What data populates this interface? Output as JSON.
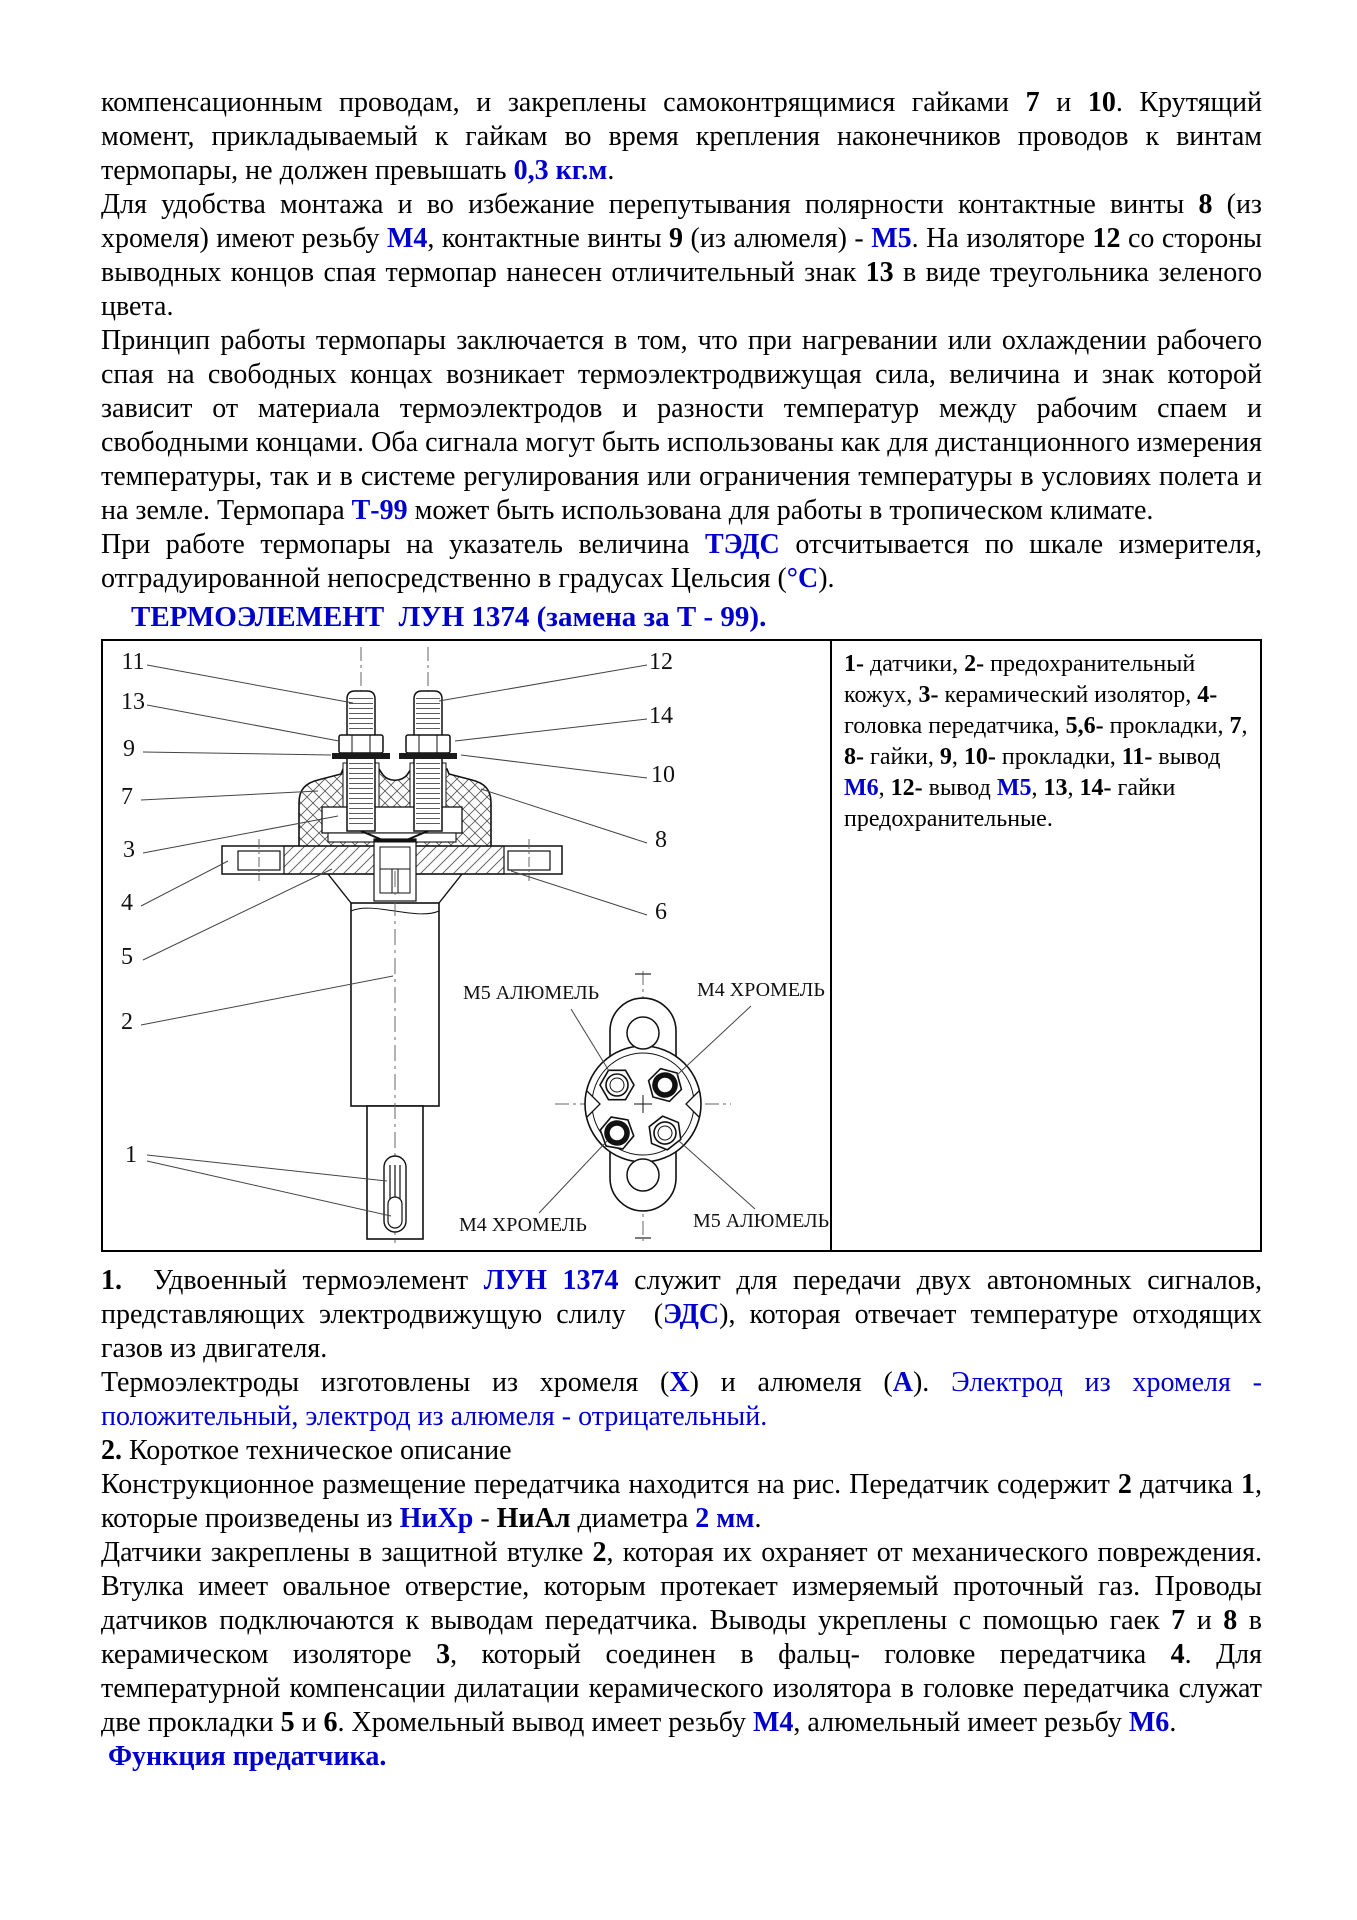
{
  "page": {
    "background": "#ffffff",
    "accent_blue": "#0000cc",
    "text_color": "#000000"
  },
  "intro": {
    "paragraphs": [
      {
        "runs": [
          {
            "t": "компенсационным проводам, и закреплены самоконтрящимися гайками "
          },
          {
            "t": "7",
            "s": "b"
          },
          {
            "t": " и "
          },
          {
            "t": "10",
            "s": "b"
          },
          {
            "t": ". Крутящий момент, прикладываемый к гайкам во время крепления наконечников проводов к винтам термопары, не должен превышать "
          },
          {
            "t": "0,3 кг.м",
            "s": "bb"
          },
          {
            "t": "."
          }
        ]
      },
      {
        "runs": [
          {
            "t": "Для удобства монтажа и во избежание перепутывания полярности контактные винты "
          },
          {
            "t": "8",
            "s": "b"
          },
          {
            "t": " (из хромеля) имеют резьбу "
          },
          {
            "t": "М4",
            "s": "bb"
          },
          {
            "t": ", контактные винты "
          },
          {
            "t": "9",
            "s": "b"
          },
          {
            "t": " (из алюмеля) - "
          },
          {
            "t": "М5",
            "s": "bb"
          },
          {
            "t": ". На изоляторе "
          },
          {
            "t": "12",
            "s": "b"
          },
          {
            "t": " со стороны выводных концов спая термопар нанесен отличительный знак "
          },
          {
            "t": "13",
            "s": "b"
          },
          {
            "t": " в виде треугольника зеленого цвета."
          }
        ]
      },
      {
        "runs": [
          {
            "t": "Принцип работы термопары заключается в том, что при нагревании или охлаждении рабочего спая на свободных концах возникает термоэлектродвижущая сила, величина и знак которой зависит от материала термоэлектродов и разности температур между рабочим спаем и свободными концами. Оба сигнала могут быть использованы как для дистанционного измерения температуры, так и в системе регулирования или ограничения температуры в условиях полета и на земле. Термопара "
          },
          {
            "t": "Т-99",
            "s": "bb"
          },
          {
            "t": " может быть использована для работы в тропическом климате."
          }
        ]
      },
      {
        "runs": [
          {
            "t": "При работе термопары на указатель величина "
          },
          {
            "t": "ТЭДС",
            "s": "bb"
          },
          {
            "t": " отсчитывается по шкале измерителя, отградуированной непосредственно в градусах Цельсия ("
          },
          {
            "t": "°С",
            "s": "bb"
          },
          {
            "t": ")."
          }
        ]
      }
    ]
  },
  "heading": {
    "text": "ТЕРМОЭЛЕМЕНТ  ЛУН 1374 (замена за Т - 99)."
  },
  "figure": {
    "legend_runs": [
      {
        "t": "1-",
        "s": "b"
      },
      {
        "t": " датчики, "
      },
      {
        "t": "2-",
        "s": "b"
      },
      {
        "t": " предохранительный кожух, "
      },
      {
        "t": "3-",
        "s": "b"
      },
      {
        "t": " керамический изолятор, "
      },
      {
        "t": "4-",
        "s": "b"
      },
      {
        "t": " головка передатчика, "
      },
      {
        "t": "5,6-",
        "s": "b"
      },
      {
        "t": " прокладки, "
      },
      {
        "t": "7",
        "s": "b"
      },
      {
        "t": ", "
      },
      {
        "t": "8-",
        "s": "b"
      },
      {
        "t": " гайки, "
      },
      {
        "t": "9",
        "s": "b"
      },
      {
        "t": ", "
      },
      {
        "t": "10-",
        "s": "b"
      },
      {
        "t": " прокладки, "
      },
      {
        "t": "11-",
        "s": "b"
      },
      {
        "t": " вывод "
      },
      {
        "t": "М6",
        "s": "bb"
      },
      {
        "t": ", "
      },
      {
        "t": "12-",
        "s": "b"
      },
      {
        "t": " вывод "
      },
      {
        "t": "М5",
        "s": "bb"
      },
      {
        "t": ", "
      },
      {
        "t": "13",
        "s": "b"
      },
      {
        "t": ", "
      },
      {
        "t": "14-",
        "s": "b"
      },
      {
        "t": " гайки предохранительные."
      }
    ],
    "callouts": {
      "c1": "1",
      "c2": "2",
      "c3": "3",
      "c4": "4",
      "c5": "5",
      "c6": "6",
      "c7": "7",
      "c8": "8",
      "c9": "9",
      "c10": "10",
      "c11": "11",
      "c12": "12",
      "c13": "13",
      "c14": "14"
    },
    "connector": {
      "top_left": "М5 АЛЮМЕЛЬ",
      "top_right": "М4 ХРОМЕЛЬ",
      "bottom_left": "М4 ХРОМЕЛЬ",
      "bottom_right": "М5 АЛЮМЕЛЬ"
    }
  },
  "body": {
    "paragraphs": [
      {
        "runs": [
          {
            "t": "1.",
            "s": "b"
          },
          {
            "t": "  Удвоенный термоэлемент "
          },
          {
            "t": "ЛУН 1374",
            "s": "bb"
          },
          {
            "t": " служит для передачи двух автономных сигналов, представляющих электродвижущую слилу  ("
          },
          {
            "t": "ЭДС",
            "s": "bb"
          },
          {
            "t": "), которая отвечает температуре отходящих газов из двигателя."
          }
        ]
      },
      {
        "runs": [
          {
            "t": "Термоэлектроды изготовлены из хромеля ("
          },
          {
            "t": "Х",
            "s": "bb"
          },
          {
            "t": ") и алюмеля ("
          },
          {
            "t": "А",
            "s": "bb"
          },
          {
            "t": "). "
          },
          {
            "t": "Электрод из хромеля - положительный, электрод из алюмеля - отрицательный.",
            "s": "blue"
          }
        ]
      },
      {
        "runs": [
          {
            "t": "2.",
            "s": "b"
          },
          {
            "t": " Короткое техническое описание"
          }
        ]
      },
      {
        "runs": [
          {
            "t": "Конструкционное размещение передатчика находится на рис. Передатчик содержит "
          },
          {
            "t": "2",
            "s": "b"
          },
          {
            "t": " датчика "
          },
          {
            "t": "1",
            "s": "b"
          },
          {
            "t": ", которые произведены из "
          },
          {
            "t": "НиХр",
            "s": "bb"
          },
          {
            "t": " - "
          },
          {
            "t": "НиАл",
            "s": "b"
          },
          {
            "t": " диаметра "
          },
          {
            "t": "2 мм",
            "s": "bb"
          },
          {
            "t": "."
          }
        ]
      },
      {
        "runs": [
          {
            "t": "Датчики закреплены в защитной втулке "
          },
          {
            "t": "2",
            "s": "b"
          },
          {
            "t": ", которая их охраняет от механического повреждения. Втулка имеет овальное отверстие, которым протекает измеряемый проточный газ. Проводы датчиков подключаются к выводам передатчика. Выводы укреплены с помощью гаек "
          },
          {
            "t": "7",
            "s": "b"
          },
          {
            "t": " и "
          },
          {
            "t": "8",
            "s": "b"
          },
          {
            "t": " в керамическом изоляторе "
          },
          {
            "t": "3",
            "s": "b"
          },
          {
            "t": ", который соединен в фальц- головке передатчика "
          },
          {
            "t": "4",
            "s": "b"
          },
          {
            "t": ". Для температурной компенсации дилатации керамического изолятора в головке передатчика служат две прокладки "
          },
          {
            "t": "5",
            "s": "b"
          },
          {
            "t": " и "
          },
          {
            "t": "6",
            "s": "b"
          },
          {
            "t": ". Хромельный вывод имеет резьбу "
          },
          {
            "t": "М4",
            "s": "bb"
          },
          {
            "t": ", алюмельный имеет резьбу "
          },
          {
            "t": "М6",
            "s": "bb"
          },
          {
            "t": "."
          }
        ]
      },
      {
        "runs": [
          {
            "t": " Функция предатчика.",
            "s": "bb"
          }
        ]
      }
    ]
  }
}
